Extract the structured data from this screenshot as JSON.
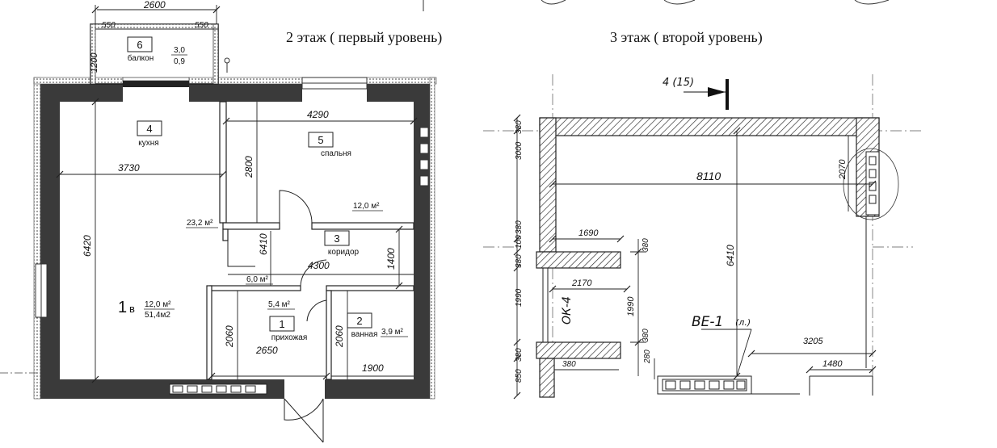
{
  "titles": {
    "left": "2 этаж ( первый уровень)",
    "right": "3 этаж ( второй уровень)"
  },
  "left_plan": {
    "dims": {
      "balcony_width": "2600",
      "balcony_left": "550",
      "balcony_right": "550",
      "balcony_depth": "1200",
      "kitchen_width": "3730",
      "bedroom_width": "4290",
      "bedroom_depth": "2800",
      "overall_depth": "6420",
      "corridor_width": "4300",
      "corridor_depth": "1400",
      "corridor_left": "6410",
      "hall_width": "2650",
      "hall_depth": "2060",
      "bath_depth": "2060",
      "bath_width": "1900"
    },
    "rooms": {
      "balcony": {
        "num": "6",
        "name": "балкон",
        "area": "3,0",
        "area2": "0,9"
      },
      "kitchen": {
        "num": "4",
        "name": "кухня",
        "area": "23,2 м²"
      },
      "bedroom": {
        "num": "5",
        "name": "спальня",
        "area": "12,0 м²"
      },
      "corridor": {
        "num": "3",
        "name": "коридор",
        "area": "6,0 м²"
      },
      "hall": {
        "num": "1",
        "name": "прихожая",
        "area": "5,4 м²"
      },
      "bath": {
        "num": "2",
        "name": "ванная",
        "area": "3,9 м²"
      }
    },
    "apartment": {
      "label": "1",
      "sub": "в",
      "living": "12,0 м²",
      "total": "51,4м2"
    }
  },
  "right_plan": {
    "section_mark": "4 (15)",
    "dims": {
      "overall_width": "8110",
      "overall_depth": "6410",
      "d_2070": "2070",
      "d_1690": "1690",
      "d_2170": "2170",
      "d_380a": "380",
      "d_380b": "380",
      "d_380c": "380",
      "d_1990_right": "1990",
      "d_280": "280",
      "d_3205": "3205",
      "d_1480": "1480",
      "left_3000": "3000",
      "left_380a": "380",
      "left_380b": "380",
      "left_100": "100",
      "left_380c": "380",
      "left_1990": "1990",
      "left_380d": "380",
      "left_850": "850"
    },
    "window": "ОК-4",
    "vent": "ВЕ-1",
    "vent_sub": "(л.)"
  }
}
